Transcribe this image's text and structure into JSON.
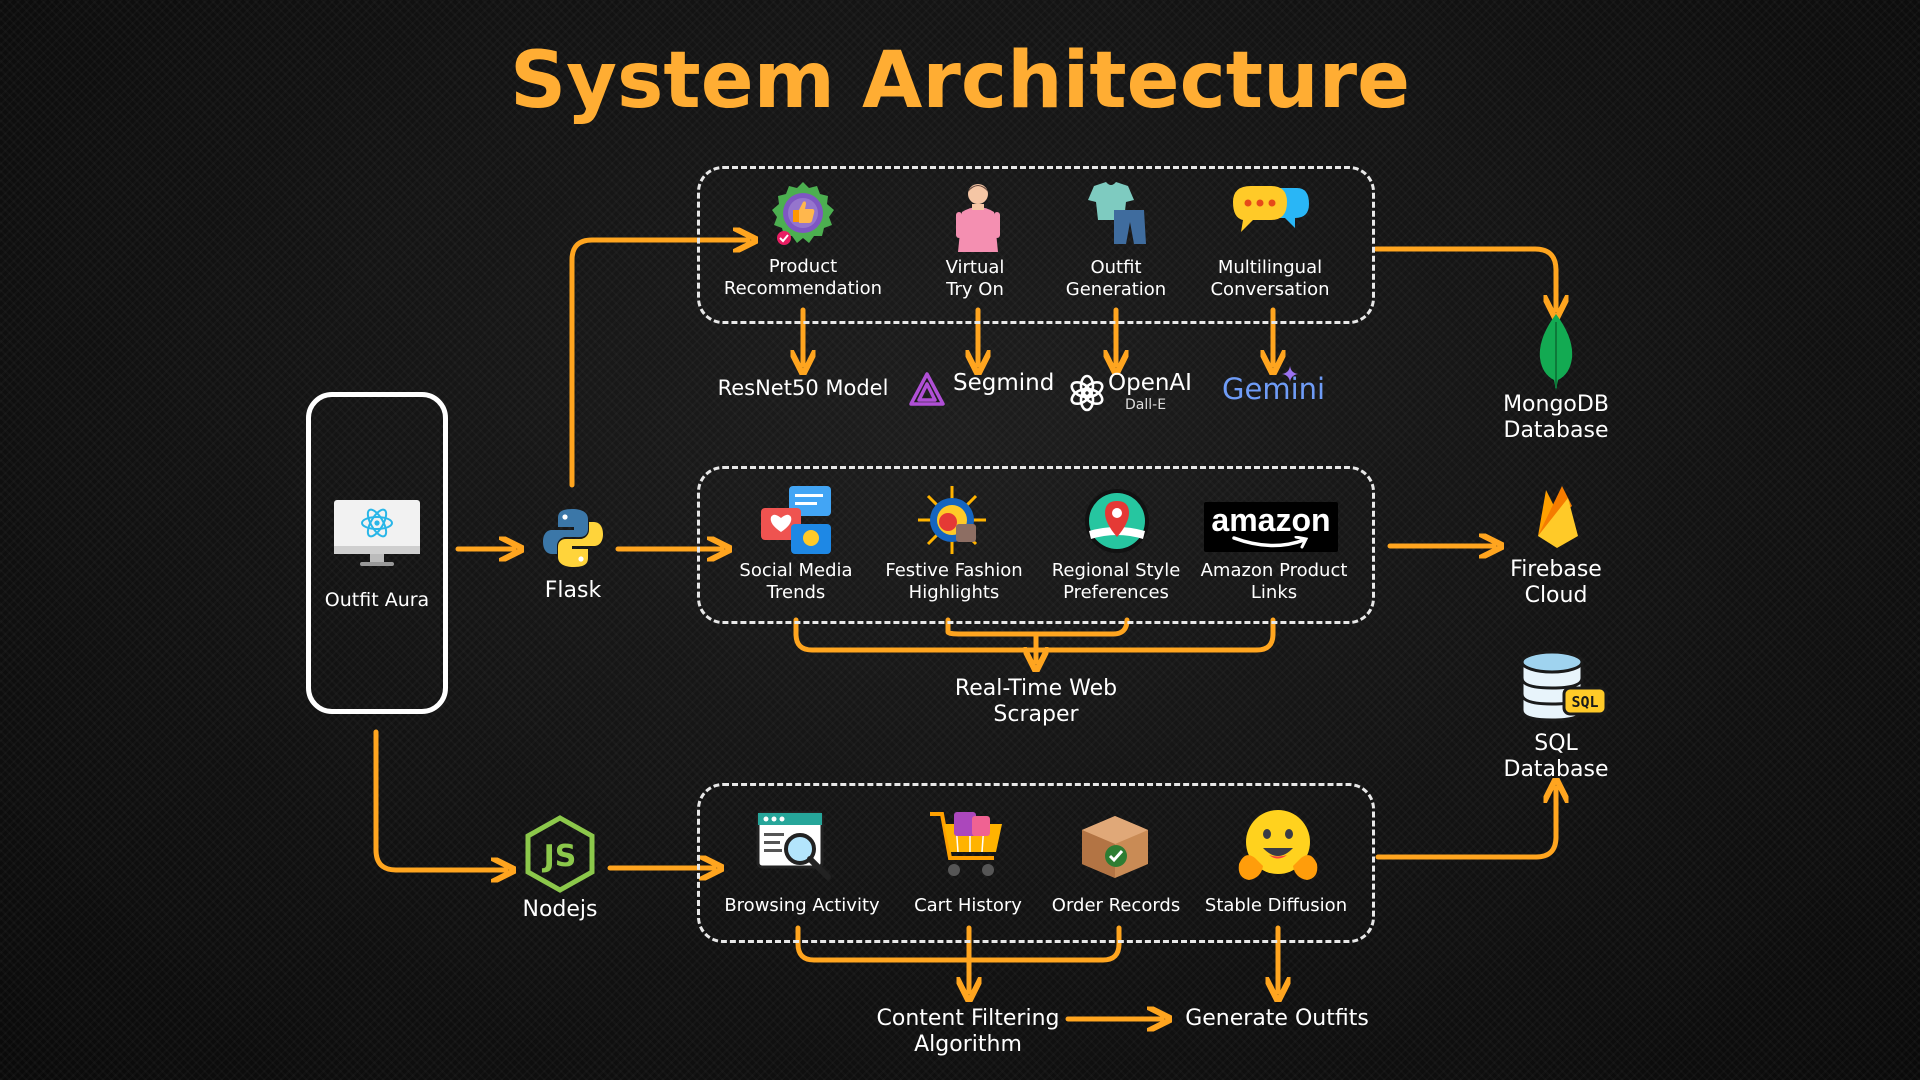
{
  "title": "System Architecture",
  "client": {
    "label": "Outfit Aura",
    "icon": "react-monitor-icon"
  },
  "flask": {
    "label": "Flask",
    "icon": "python-icon"
  },
  "nodejs": {
    "label": "Nodejs",
    "icon": "nodejs-icon"
  },
  "ai_services": [
    {
      "label": "Product\nRecommendation",
      "icon": "thumbs-up-badge-icon"
    },
    {
      "label": "Virtual\nTry On",
      "icon": "person-icon"
    },
    {
      "label": "Outfit\nGeneration",
      "icon": "clothes-icon"
    },
    {
      "label": "Multilingual\nConversation",
      "icon": "chat-bubbles-icon"
    }
  ],
  "models": [
    {
      "label": "ResNet50 Model"
    },
    {
      "label": "Segmind",
      "icon": "segmind-icon"
    },
    {
      "label": "OpenAI",
      "sub": "Dall-E",
      "icon": "openai-icon"
    },
    {
      "label": "Gemini",
      "icon": "gemini-star-icon"
    }
  ],
  "scraper_sources": [
    {
      "label": "Social Media\nTrends",
      "icon": "social-chat-icon"
    },
    {
      "label": "Festive Fashion\nHighlights",
      "icon": "festive-icon"
    },
    {
      "label": "Regional Style\nPreferences",
      "icon": "map-pin-icon"
    },
    {
      "label": "Amazon Product\nLinks",
      "icon": "amazon-logo-icon",
      "logo": "amazon"
    }
  ],
  "scraper": {
    "label": "Real-Time Web\nScraper"
  },
  "user_data": [
    {
      "label": "Browsing Activity",
      "icon": "browser-search-icon"
    },
    {
      "label": "Cart History",
      "icon": "shopping-cart-icon"
    },
    {
      "label": "Order Records",
      "icon": "package-icon"
    },
    {
      "label": "Stable Diffusion",
      "icon": "hugging-face-icon"
    }
  ],
  "filter": {
    "label": "Content Filtering\nAlgorithm"
  },
  "generate": {
    "label": "Generate Outfits"
  },
  "databases": [
    {
      "label": "MongoDB\nDatabase",
      "icon": "mongodb-leaf-icon"
    },
    {
      "label": "Firebase\nCloud",
      "icon": "firebase-icon"
    },
    {
      "label": "SQL\nDatabase",
      "icon": "sql-database-icon",
      "badge": "SQL"
    }
  ],
  "colors": {
    "accent": "#ffa51f",
    "title": "#ffad33",
    "background": "#111111",
    "box_border": "#e8e8e8"
  }
}
